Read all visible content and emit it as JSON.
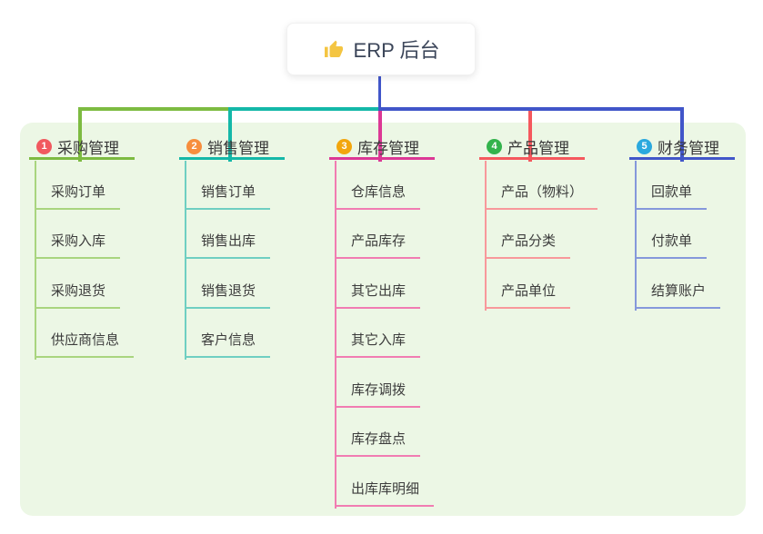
{
  "root": {
    "icon": "thumbs-up-icon",
    "icon_color": "#F4C542",
    "title": "ERP 后台"
  },
  "canvas": {
    "background": "#FFFFFF",
    "panel_color": "#ECF7E5",
    "trunk_color": "#4156C9"
  },
  "branches": [
    {
      "badge_number": "1",
      "badge_color": "#F1595F",
      "title": "采购管理",
      "color": "#7DBB41",
      "child_color": "#A9D57F",
      "children": [
        "采购订单",
        "采购入库",
        "采购退货",
        "供应商信息"
      ]
    },
    {
      "badge_number": "2",
      "badge_color": "#F78E3D",
      "title": "销售管理",
      "color": "#14B8A8",
      "child_color": "#6FCFC2",
      "children": [
        "销售订单",
        "销售出库",
        "销售退货",
        "客户信息"
      ]
    },
    {
      "badge_number": "3",
      "badge_color": "#F2A60D",
      "title": "库存管理",
      "color": "#DC3895",
      "child_color": "#F17CB2",
      "children": [
        "仓库信息",
        "产品库存",
        "其它出库",
        "其它入库",
        "库存调拨",
        "库存盘点",
        "出库库明细"
      ]
    },
    {
      "badge_number": "4",
      "badge_color": "#33B34C",
      "title": "产品管理",
      "color": "#F5585D",
      "child_color": "#F8989B",
      "children": [
        "产品（物料）",
        "产品分类",
        "产品单位"
      ]
    },
    {
      "badge_number": "5",
      "badge_color": "#2BA9DE",
      "title": "财务管理",
      "color": "#4156C9",
      "child_color": "#8598DB",
      "children": [
        "回款单",
        "付款单",
        "结算账户"
      ]
    }
  ]
}
